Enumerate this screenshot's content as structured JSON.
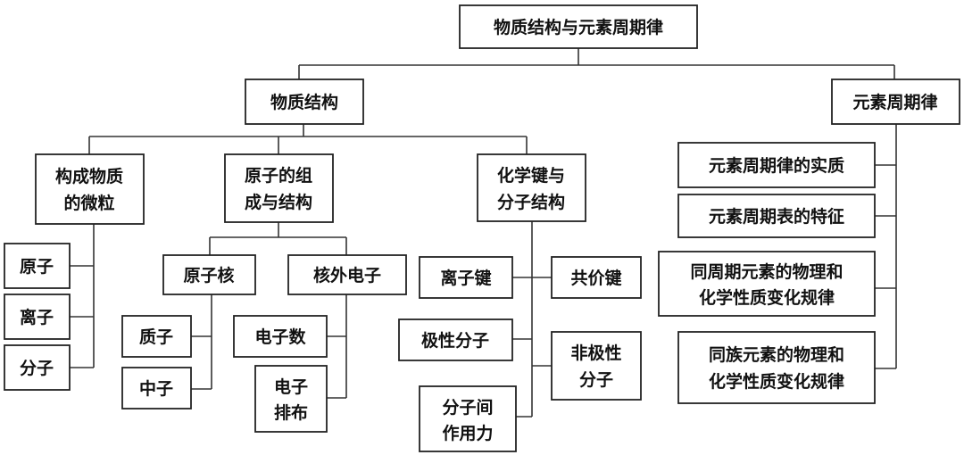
{
  "diagram": {
    "root": "物质结构与元素周期律",
    "structure": {
      "title": "物质结构",
      "particles": {
        "title": [
          "构成物质",
          "的微粒"
        ],
        "items": [
          "原子",
          "离子",
          "分子"
        ]
      },
      "atom": {
        "title": [
          "原子的组",
          "成与结构"
        ],
        "nucleus": {
          "title": "原子核",
          "items": [
            "质子",
            "中子"
          ]
        },
        "electrons": {
          "title": "核外电子",
          "items": [
            [
              "电子数"
            ],
            [
              "电子",
              "排布"
            ]
          ]
        }
      },
      "bond": {
        "title": [
          "化学键与",
          "分子结构"
        ],
        "ionic": "离子键",
        "covalent": "共价键",
        "polar": "极性分子",
        "nonpolar": [
          "非极性",
          "分子"
        ],
        "intermolecular": [
          "分子间",
          "作用力"
        ]
      }
    },
    "periodic": {
      "title": "元素周期律",
      "items": [
        [
          "元素周期律的实质"
        ],
        [
          "元素周期表的特征"
        ],
        [
          "同周期元素的物理和",
          "化学性质变化规律"
        ],
        [
          "同族元素的物理和",
          "化学性质变化规律"
        ]
      ]
    }
  }
}
